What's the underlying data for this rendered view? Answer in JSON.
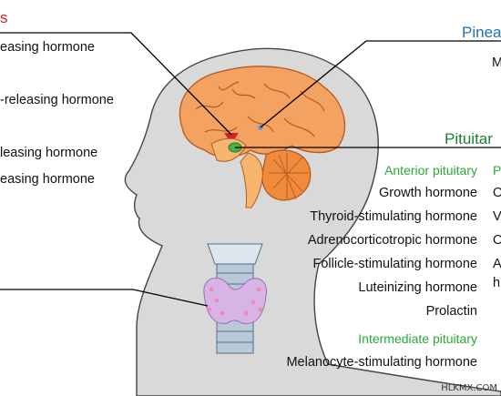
{
  "hypothalamus": {
    "heading": "s",
    "hormones": [
      "easing hormone",
      "-releasing hormone",
      "leasing hormone",
      "easing hormone"
    ]
  },
  "pineal": {
    "heading": "Pinea",
    "items": [
      "M"
    ]
  },
  "pituitary": {
    "heading": "Pituitar",
    "anterior_heading": "Anterior pituitary",
    "anterior_hormones": [
      "Growth hormone",
      "Thyroid-stimulating hormone",
      "Adrenocorticotropic hormone",
      "Follicle-stimulating hormone",
      "Luteinizing hormone",
      "Prolactin"
    ],
    "intermediate_heading": "Intermediate pituitary",
    "intermediate_hormones": [
      "Melanocyte-stimulating hormone"
    ],
    "posterior_heading": "P",
    "posterior_fragments": [
      "O",
      "V",
      "O",
      "A",
      "h"
    ]
  },
  "watermark": "HLKMX.COM",
  "colors": {
    "head": "#d9d9d9",
    "brain": "#f4a261",
    "cerebellum": "#f08a3c",
    "thyroid": "#d8b4e6",
    "trachea": "#b8c9d9",
    "hypothalamus_accent": "#d2232a",
    "pineal_accent": "#1f6fb5",
    "pituitary_accent": "#1a7f3a"
  }
}
